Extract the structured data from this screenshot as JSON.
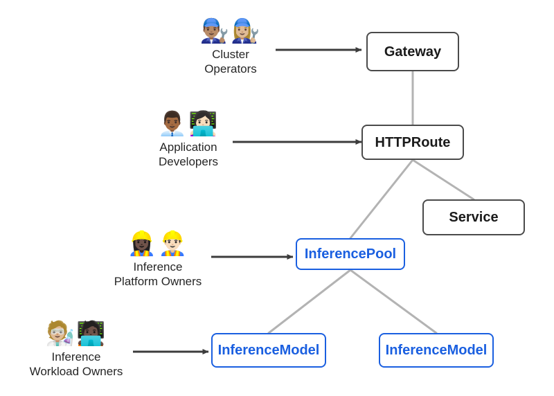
{
  "diagram": {
    "title": "Gateway API Inference Extension personas and resources",
    "background_color": "#ffffff",
    "colors": {
      "node_border_dark": "#4a4a4a",
      "node_border_blue": "#1a5fe0",
      "node_text_dark": "#1a1a1a",
      "node_text_blue": "#1a5fe0",
      "edge_line": "#b3b3b3",
      "arrow": "#3c3c3c",
      "label_text": "#262626"
    },
    "personas": [
      {
        "id": "cluster-operators",
        "label": "Cluster\nOperators",
        "emojis": "👨🏽‍🔧👩🏼‍🔧",
        "icon_names": [
          "man-mechanic-icon",
          "woman-mechanic-icon"
        ],
        "target": "Gateway"
      },
      {
        "id": "application-developers",
        "label": "Application\nDevelopers",
        "emojis": "👨🏾‍💼👩🏻‍💻",
        "icon_names": [
          "man-office-worker-icon",
          "woman-technologist-icon"
        ],
        "target": "HTTPRoute"
      },
      {
        "id": "inference-platform-owners",
        "label": "Inference\nPlatform Owners",
        "emojis": "👷🏿‍♀️👷🏻‍♂️",
        "icon_names": [
          "woman-construction-worker-icon",
          "man-construction-worker-icon"
        ],
        "target": "InferencePool"
      },
      {
        "id": "inference-workload-owners",
        "label": "Inference\nWorkload Owners",
        "emojis": "🧑🏼‍🔬🧑🏿‍💻",
        "icon_names": [
          "scientist-icon",
          "technologist-icon"
        ],
        "target": "InferenceModel"
      }
    ],
    "nodes": [
      {
        "id": "gateway",
        "label": "Gateway",
        "style": "dark"
      },
      {
        "id": "httproute",
        "label": "HTTPRoute",
        "style": "dark"
      },
      {
        "id": "service",
        "label": "Service",
        "style": "plain"
      },
      {
        "id": "inferencepool",
        "label": "InferencePool",
        "style": "blue"
      },
      {
        "id": "inferencemodel-left",
        "label": "InferenceModel",
        "style": "blue"
      },
      {
        "id": "inferencemodel-right",
        "label": "InferenceModel",
        "style": "blue"
      }
    ],
    "edges": [
      {
        "from": "gateway",
        "to": "httproute",
        "kind": "link"
      },
      {
        "from": "httproute",
        "to": "service",
        "kind": "link"
      },
      {
        "from": "httproute",
        "to": "inferencepool",
        "kind": "link"
      },
      {
        "from": "inferencepool",
        "to": "inferencemodel-left",
        "kind": "link"
      },
      {
        "from": "inferencepool",
        "to": "inferencemodel-right",
        "kind": "link"
      },
      {
        "from": "cluster-operators",
        "to": "gateway",
        "kind": "arrow"
      },
      {
        "from": "application-developers",
        "to": "httproute",
        "kind": "arrow"
      },
      {
        "from": "inference-platform-owners",
        "to": "inferencepool",
        "kind": "arrow"
      },
      {
        "from": "inference-workload-owners",
        "to": "inferencemodel-left",
        "kind": "arrow"
      }
    ]
  }
}
